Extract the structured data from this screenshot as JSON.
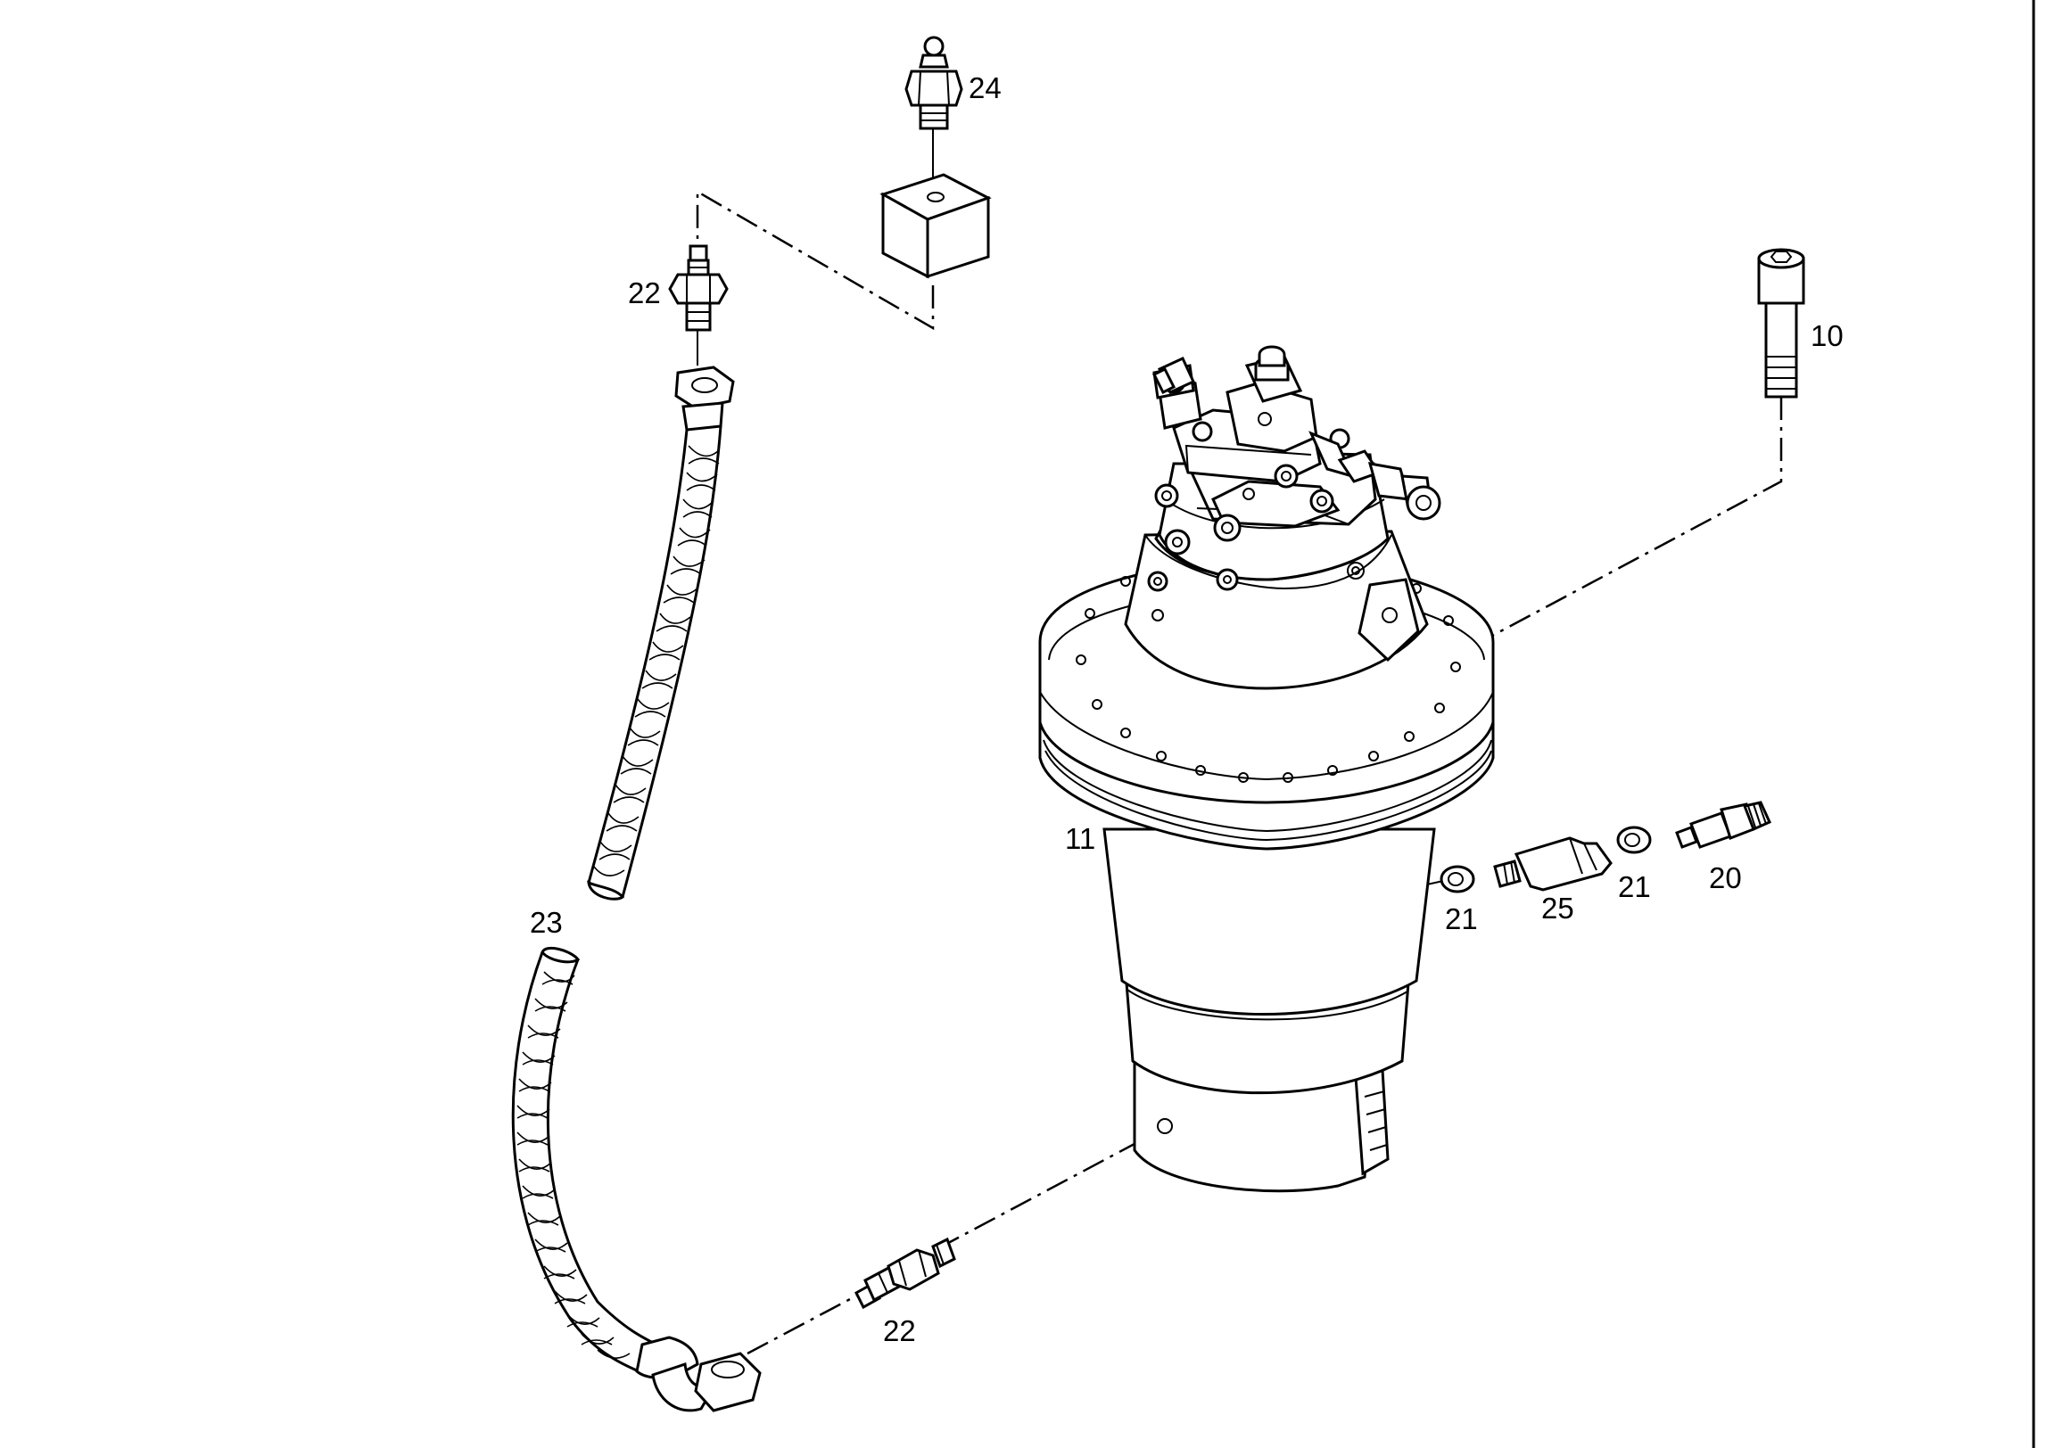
{
  "diagram": {
    "callouts": {
      "p10": "10",
      "p11": "11",
      "p20": "20",
      "p21a": "21",
      "p21b": "21",
      "p22a": "22",
      "p22b": "22",
      "p23": "23",
      "p24": "24",
      "p25": "25"
    }
  }
}
